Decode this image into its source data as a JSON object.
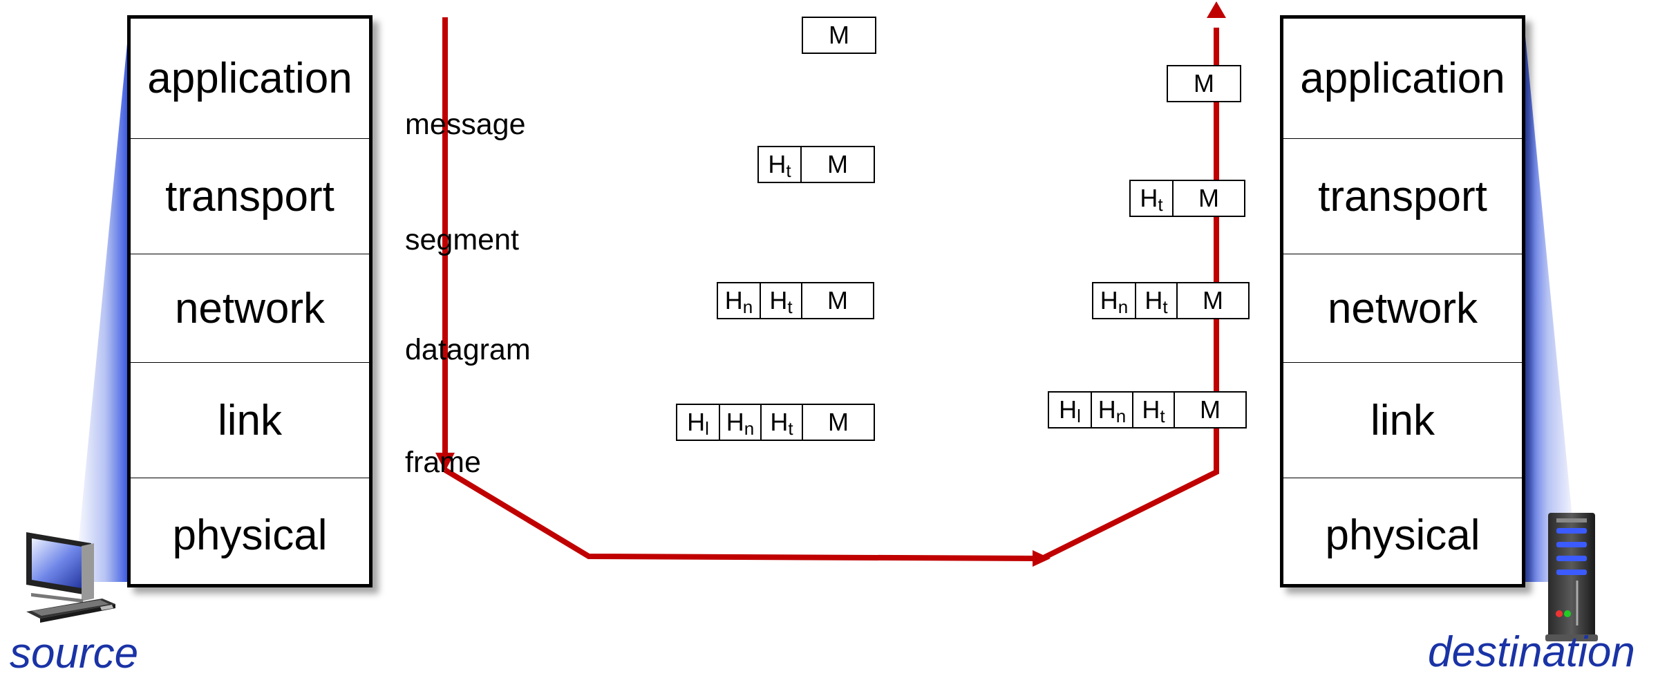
{
  "colors": {
    "flow_arrow": "#c00000",
    "endpoint_label": "#1a33a6",
    "shade": "#3355dd"
  },
  "source": {
    "label": "source",
    "icon": "laptop-computer-icon",
    "layers": [
      "application",
      "transport",
      "network",
      "link",
      "physical"
    ]
  },
  "destination": {
    "label": "destination",
    "icon": "server-tower-icon",
    "layers": [
      "application",
      "transport",
      "network",
      "link",
      "physical"
    ]
  },
  "pdu_labels": {
    "message": "message",
    "segment": "segment",
    "datagram": "datagram",
    "frame": "frame"
  },
  "packets": {
    "source": [
      {
        "name": "message",
        "cells": [
          {
            "t": "M"
          }
        ]
      },
      {
        "name": "segment",
        "cells": [
          {
            "t": "H",
            "s": "t"
          },
          {
            "t": "M"
          }
        ]
      },
      {
        "name": "datagram",
        "cells": [
          {
            "t": "H",
            "s": "n"
          },
          {
            "t": "H",
            "s": "t"
          },
          {
            "t": "M"
          }
        ]
      },
      {
        "name": "frame",
        "cells": [
          {
            "t": "H",
            "s": "l"
          },
          {
            "t": "H",
            "s": "n"
          },
          {
            "t": "H",
            "s": "t"
          },
          {
            "t": "M"
          }
        ]
      }
    ],
    "destination": [
      {
        "name": "message",
        "cells": [
          {
            "t": "M"
          }
        ]
      },
      {
        "name": "segment",
        "cells": [
          {
            "t": "H",
            "s": "t"
          },
          {
            "t": "M"
          }
        ]
      },
      {
        "name": "datagram",
        "cells": [
          {
            "t": "H",
            "s": "n"
          },
          {
            "t": "H",
            "s": "t"
          },
          {
            "t": "M"
          }
        ]
      },
      {
        "name": "frame",
        "cells": [
          {
            "t": "H",
            "s": "l"
          },
          {
            "t": "H",
            "s": "n"
          },
          {
            "t": "H",
            "s": "t"
          },
          {
            "t": "M"
          }
        ]
      }
    ]
  }
}
